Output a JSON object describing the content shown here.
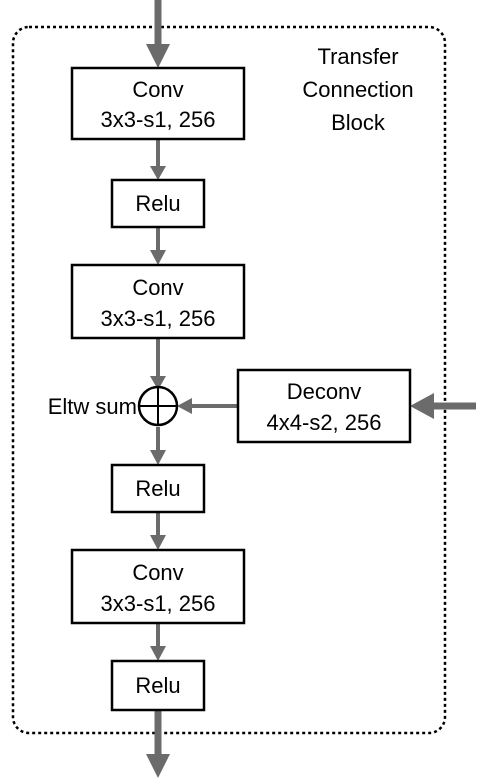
{
  "block_title": [
    "Transfer",
    "Connection",
    "Block"
  ],
  "nodes": {
    "conv1": [
      "Conv",
      "3x3-s1, 256"
    ],
    "relu1": [
      "Relu"
    ],
    "conv2": [
      "Conv",
      "3x3-s1, 256"
    ],
    "deconv": [
      "Deconv",
      "4x4-s2, 256"
    ],
    "relu2": [
      "Relu"
    ],
    "conv3": [
      "Conv",
      "3x3-s1, 256"
    ],
    "relu3": [
      "Relu"
    ]
  },
  "eltw_label": "Eltw sum",
  "colors": {
    "arrow": "#6b6b6b",
    "box_stroke": "#000000",
    "frame": "#000000"
  }
}
